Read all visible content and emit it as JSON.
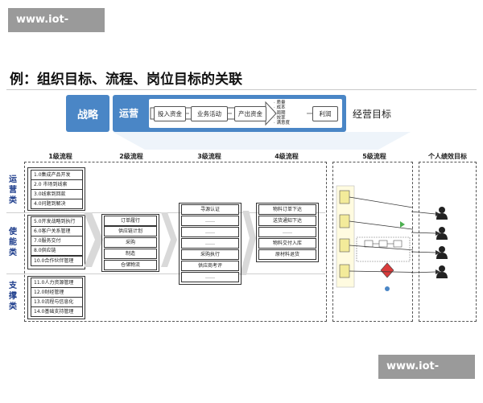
{
  "watermark": {
    "text": "www.iot-dns.net"
  },
  "title": "例：组织目标、流程、岗位目标的关联",
  "strategy": {
    "label": "战略"
  },
  "operations": {
    "label": "运营",
    "steps": [
      "投入资金",
      "业务活动",
      "产出资金"
    ],
    "qualities": [
      "质量",
      "成本",
      "周期",
      "效率",
      "满意度"
    ],
    "result": "利润"
  },
  "goal_label": "经营目标",
  "columns": [
    "1级流程",
    "2级流程",
    "3级流程",
    "4级流程",
    "5级流程",
    "个人绩效目标"
  ],
  "categories": [
    {
      "label": "运营类",
      "chars": [
        "运",
        "营",
        "类"
      ]
    },
    {
      "label": "使能类",
      "chars": [
        "使",
        "能",
        "类"
      ]
    },
    {
      "label": "支撑类",
      "chars": [
        "支",
        "撑",
        "类"
      ]
    }
  ],
  "level1": {
    "ops": [
      "1.0集成产品开发",
      "2.0 市场到线索",
      "3.0线索到回款",
      "4.0问题到解决"
    ],
    "enable": [
      "5.0开发战略到执行",
      "6.0客户关系管理",
      "7.0服务交付",
      "8.0供应链",
      "10.0合作伙伴管理"
    ],
    "support": [
      "11.0人力资源管理",
      "12.0财经管理",
      "13.0流程与信息化",
      "14.0基础支持管理"
    ]
  },
  "level2": [
    "订单履行",
    "供应链计划",
    "采购",
    "制造",
    "仓储物流"
  ],
  "level3": [
    "寻源认证",
    "……",
    "……",
    "……",
    "采购执行",
    "供应商考评",
    "……"
  ],
  "level4": [
    "物料订单下达",
    "送货通知下达",
    "……",
    "物料交付入库",
    "原材料退货"
  ],
  "people_count": 4,
  "colors": {
    "accent": "#4a86c6",
    "category": "#1a3a8a",
    "swimlane_yellow": "#f3eb9a",
    "decision_red": "#d93b3b"
  }
}
